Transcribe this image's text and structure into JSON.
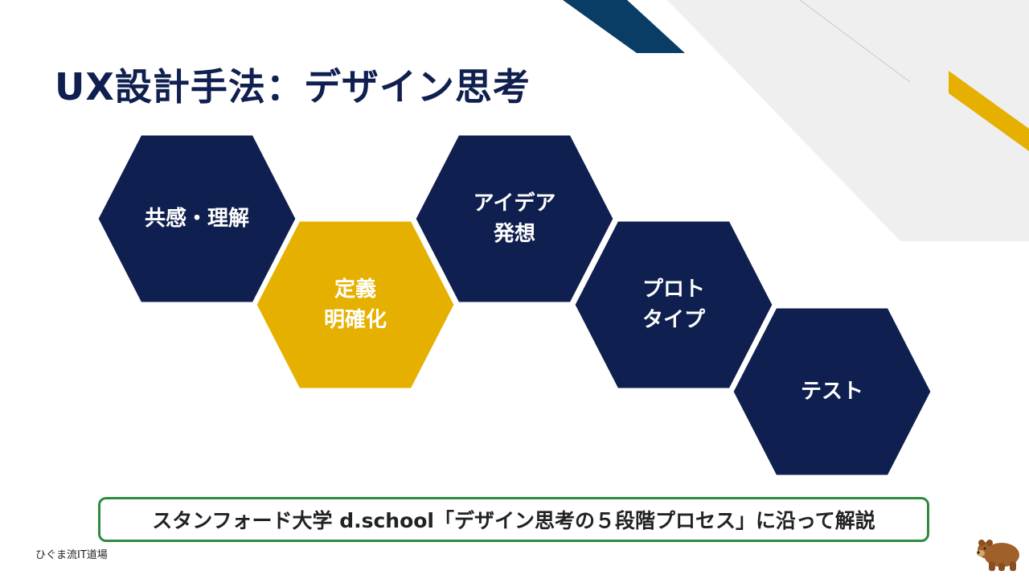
{
  "slide": {
    "title": "UX設計手法：デザイン思考",
    "steps": [
      {
        "label": "共感・理解",
        "color": "#0f1f4f"
      },
      {
        "label": "定義\n明確化",
        "color": "#e6b000"
      },
      {
        "label": "アイデア\n発想",
        "color": "#0f1f4f"
      },
      {
        "label": "プロト\nタイプ",
        "color": "#0f1f4f"
      },
      {
        "label": "テスト",
        "color": "#0f1f4f"
      }
    ],
    "note": "スタンフォード大学 d.school「デザイン思考の５段階プロセス」に沿って解説",
    "footer": "ひぐま流IT道場",
    "bear_icon": "bear-icon"
  },
  "colors": {
    "navy": "#0f1f4f",
    "gold": "#e6b000",
    "green_border": "#2e8b3f",
    "stripe_navy": "#0a3d66"
  }
}
